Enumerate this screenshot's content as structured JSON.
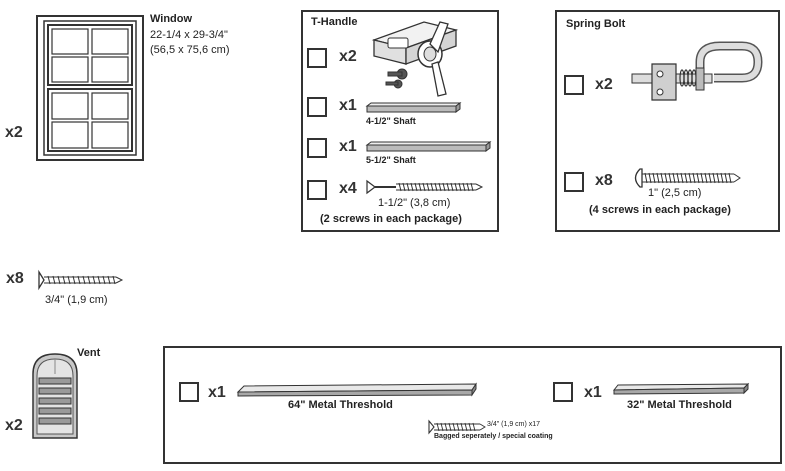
{
  "window": {
    "qty": "x2",
    "title": "Window",
    "size_in": "22-1/4 x 29-3/4\"",
    "size_cm": "(56,5 x 75,6 cm)"
  },
  "screws_loose": {
    "qty": "x8",
    "size": "3/4\" (1,9 cm)"
  },
  "vent": {
    "qty": "x2",
    "title": "Vent"
  },
  "t_handle_panel": {
    "title": "T-Handle",
    "handle_qty": "x2",
    "shaft_short_qty": "x1",
    "shaft_short_label": "4-1/2\" Shaft",
    "shaft_long_qty": "x1",
    "shaft_long_label": "5-1/2\" Shaft",
    "screws_qty": "x4",
    "screws_size": "1-1/2\" (3,8 cm)",
    "screws_note": "(2 screws in each package)"
  },
  "spring_bolt_panel": {
    "title": "Spring Bolt",
    "bolt_qty": "x2",
    "screws_qty": "x8",
    "screws_size": "1\" (2,5 cm)",
    "screws_note": "(4 screws in each package)"
  },
  "threshold_panel": {
    "long_qty": "x1",
    "long_label": "64\" Metal Threshold",
    "short_qty": "x1",
    "short_label": "32\" Metal Threshold",
    "screw_size": "3/4\" (1,9 cm) x17",
    "screw_note": "Bagged seperately / special coating"
  }
}
